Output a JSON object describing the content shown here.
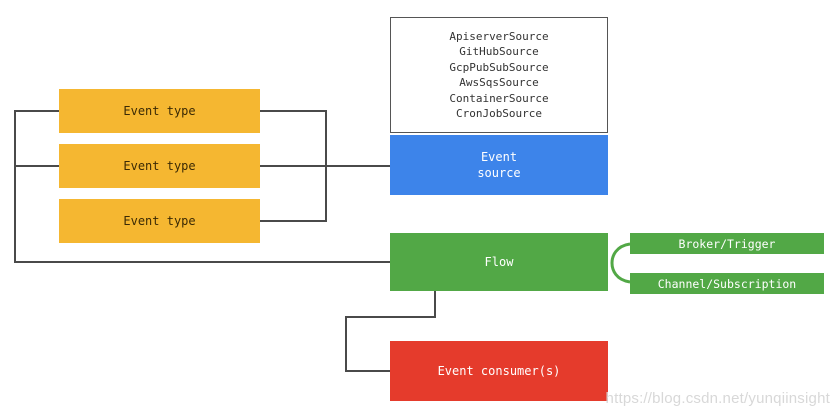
{
  "event_types": [
    "Event type",
    "Event type",
    "Event type"
  ],
  "source_list": [
    "ApiserverSource",
    "GitHubSource",
    "GcpPubSubSource",
    "AwsSqsSource",
    "ContainerSource",
    "CronJobSource"
  ],
  "event_source": {
    "line1": "Event",
    "line2": "source"
  },
  "flow": {
    "label": "Flow"
  },
  "flow_options": {
    "broker": "Broker/Trigger",
    "channel": "Channel/Subscription"
  },
  "consumer": {
    "label": "Event consumer(s)"
  },
  "watermark": "https://blog.csdn.net/yunqiinsight",
  "colors": {
    "event_type": "#f5b731",
    "event_source": "#3d84ea",
    "flow": "#52a846",
    "consumer": "#e53b2c"
  }
}
